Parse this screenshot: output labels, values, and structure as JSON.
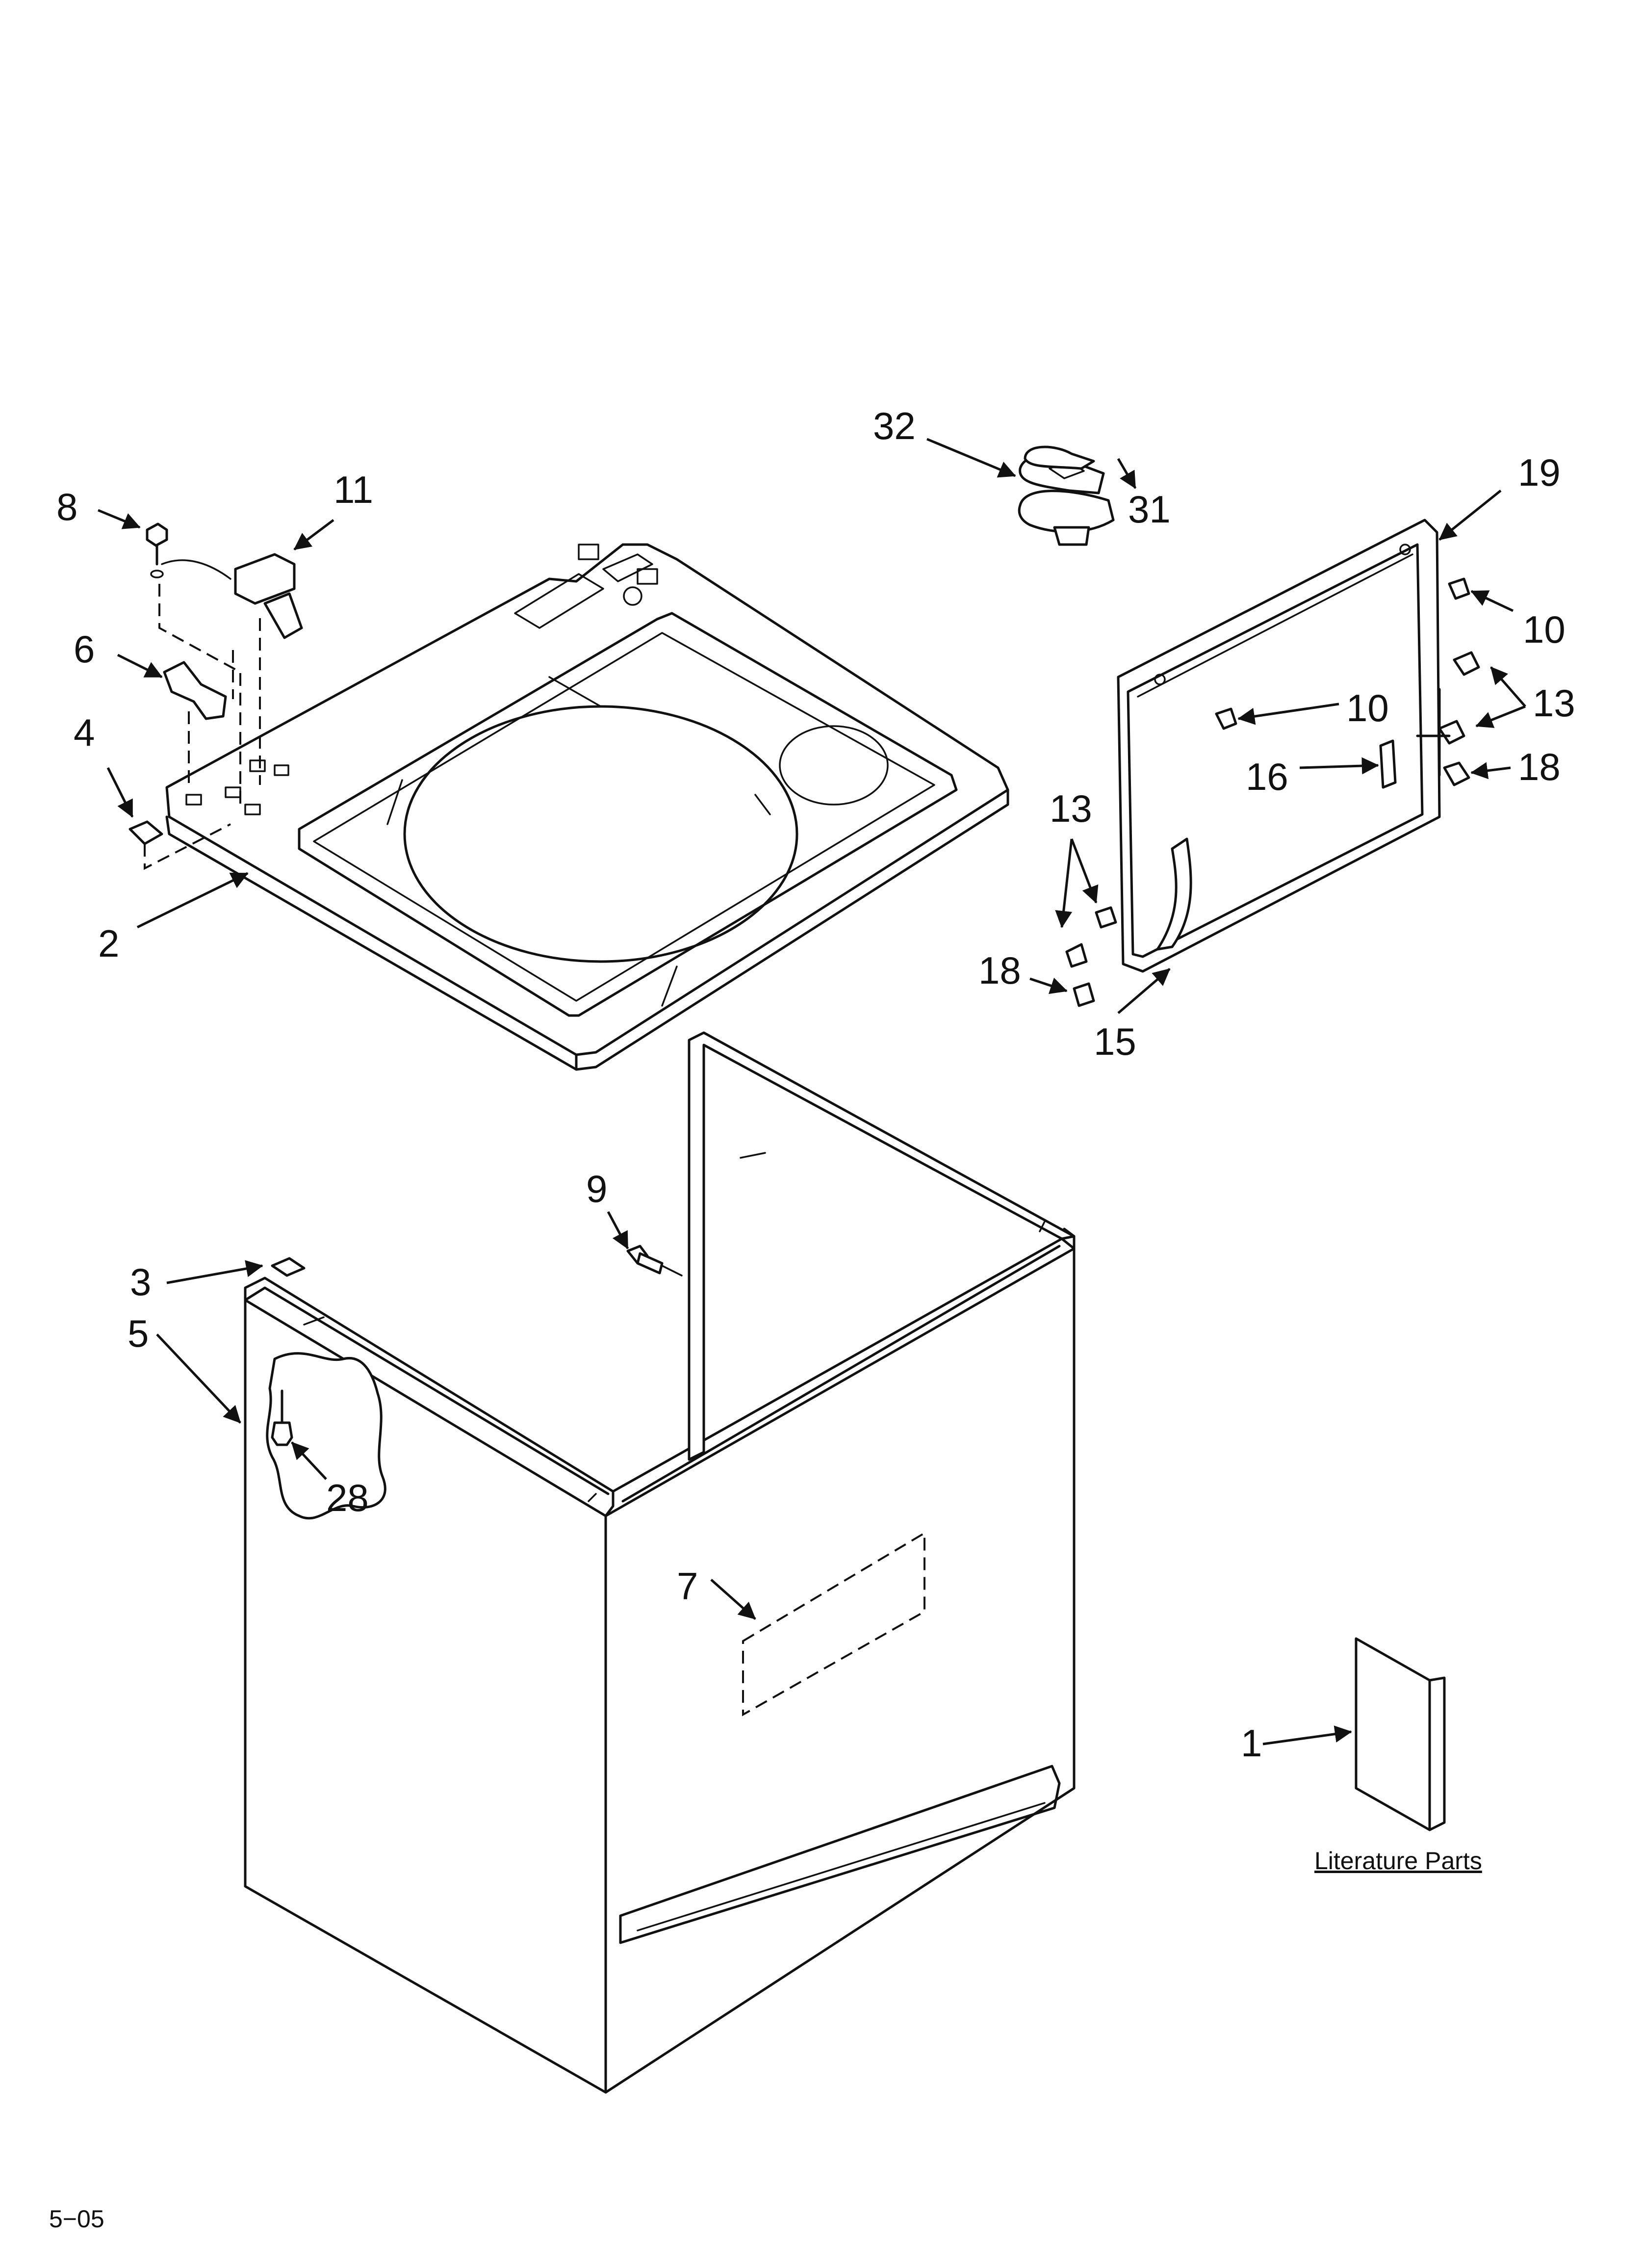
{
  "callouts": {
    "c1": "1",
    "c2": "2",
    "c3": "3",
    "c4": "4",
    "c5": "5",
    "c6": "6",
    "c7": "7",
    "c8": "8",
    "c9": "9",
    "c10a": "10",
    "c10b": "10",
    "c11": "11",
    "c13a": "13",
    "c13b": "13",
    "c15": "15",
    "c16": "16",
    "c18a": "18",
    "c18b": "18",
    "c19": "19",
    "c28": "28",
    "c31": "31",
    "c32": "32"
  },
  "literature_label": "Literature Parts",
  "revision": "5−05"
}
